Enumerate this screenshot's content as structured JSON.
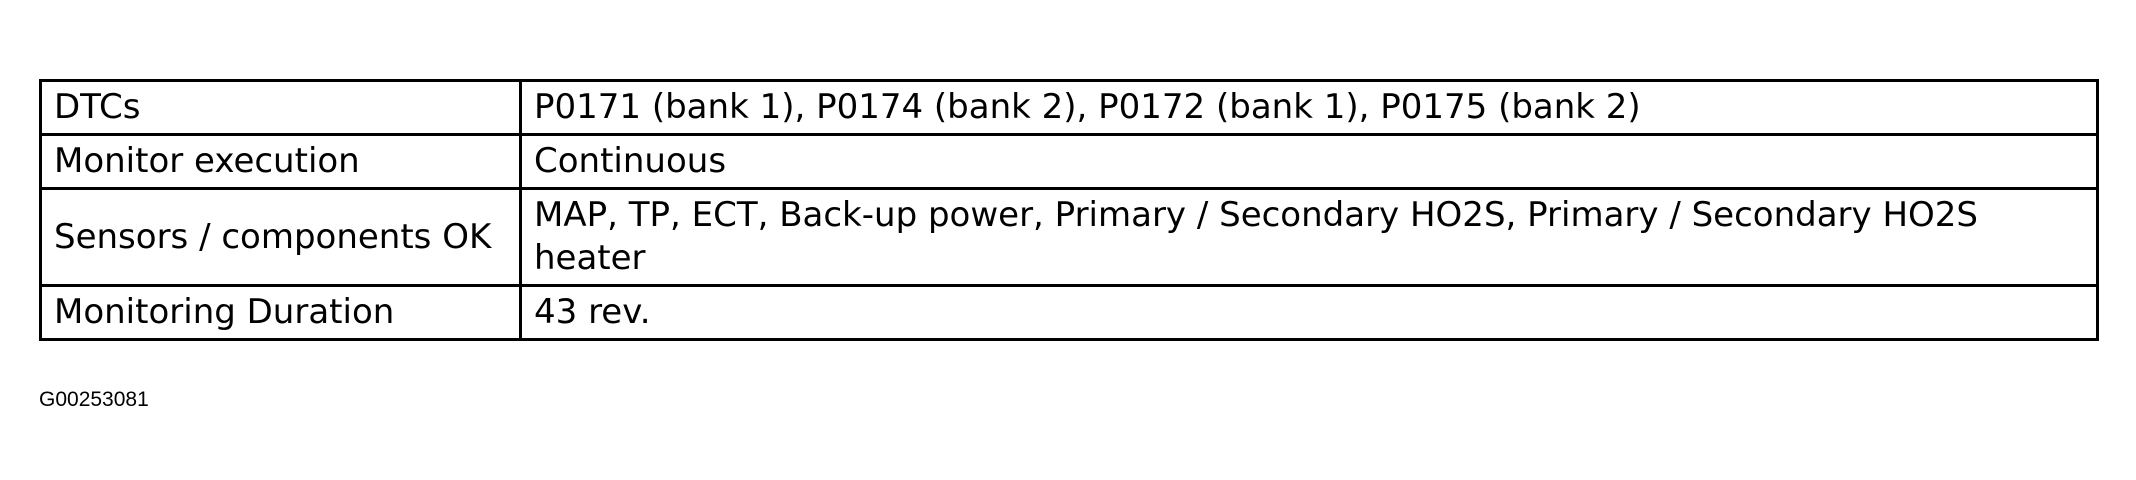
{
  "table": {
    "rows": [
      {
        "label": "DTCs",
        "value": "P0171 (bank 1), P0174 (bank 2), P0172 (bank 1), P0175 (bank 2)"
      },
      {
        "label": "Monitor execution",
        "value": "Continuous"
      },
      {
        "label": "Sensors / components OK",
        "value": "MAP, TP, ECT, Back-up power, Primary / Secondary HO2S, Primary / Secondary HO2S heater"
      },
      {
        "label": "Monitoring Duration",
        "value": "43 rev."
      }
    ]
  },
  "figure_id": "G00253081"
}
